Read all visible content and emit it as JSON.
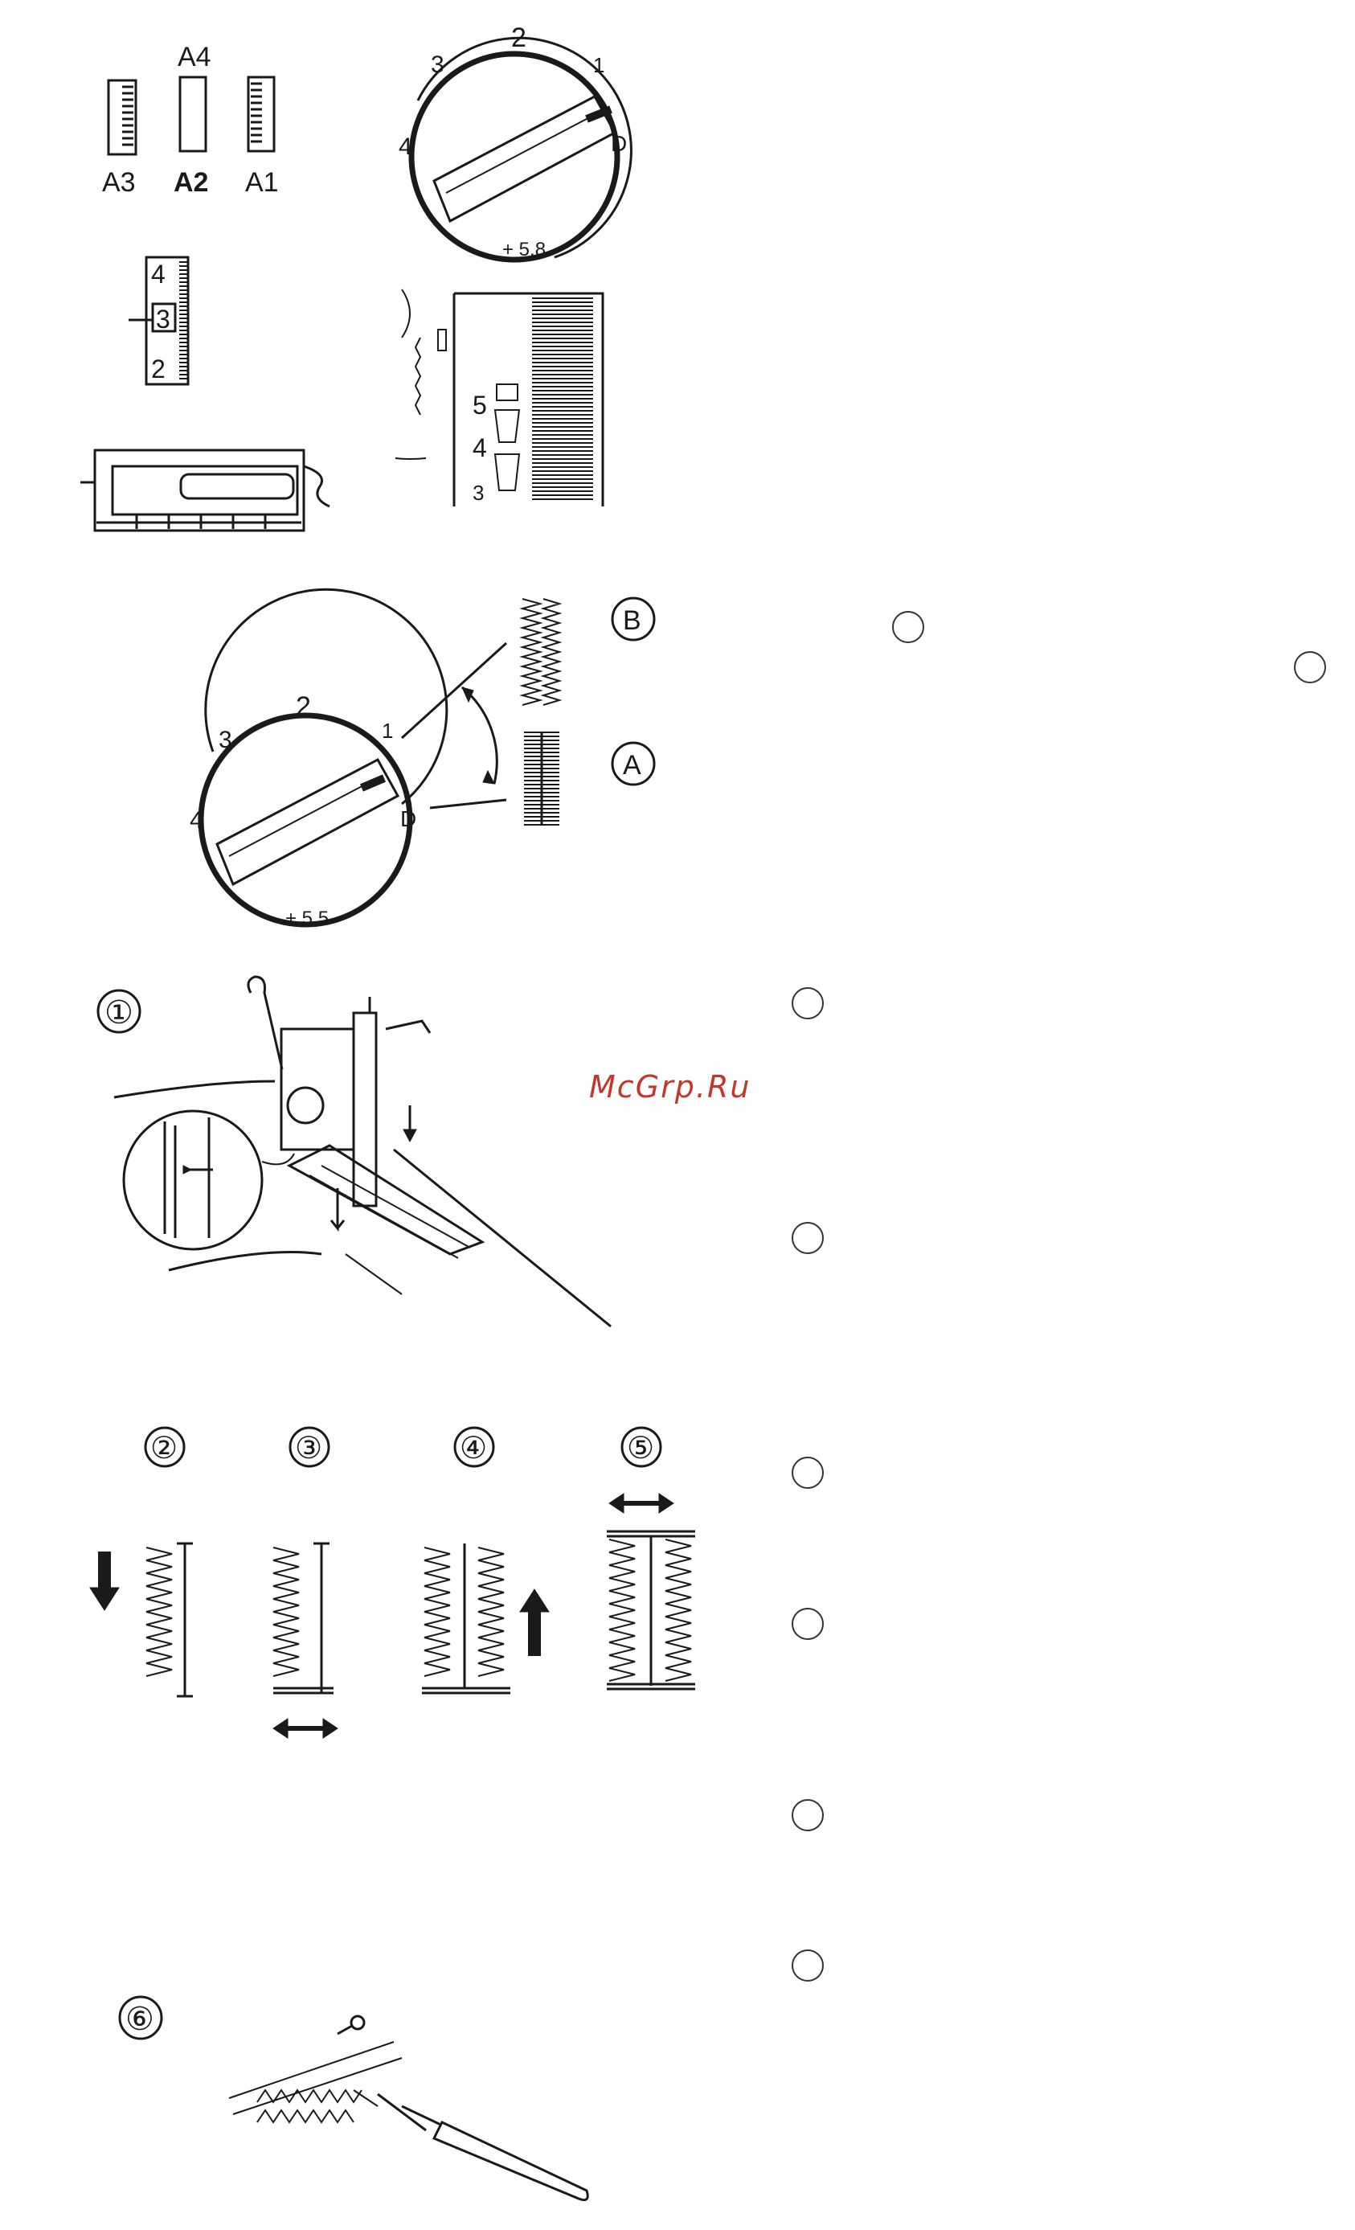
{
  "watermark": "McGrp.Ru",
  "stitch_selector": {
    "labels": [
      "A4",
      "A3",
      "A2",
      "A1"
    ]
  },
  "dial_top": {
    "numbers": [
      "1",
      "2",
      "3",
      "4"
    ],
    "d_label": "D",
    "bottom_label": "+ 5.8 -"
  },
  "position_strip": {
    "numbers": [
      "4",
      "3",
      "2"
    ]
  },
  "length_dial": {
    "numbers": [
      "5",
      "4",
      "3"
    ]
  },
  "dial_mid": {
    "numbers": [
      "1",
      "2",
      "3",
      "4"
    ],
    "d_label": "D",
    "bottom_label": "+ 5.5 -"
  },
  "density": {
    "b_label": "B",
    "a_label": "A"
  },
  "steps": {
    "s1": "①",
    "s2": "②",
    "s3": "③",
    "s4": "④",
    "s5": "⑤",
    "s6": "⑥"
  },
  "icons": {
    "arrow_down": "arrow-down-icon",
    "arrow_up": "arrow-up-icon",
    "arrow_lr": "double-arrow-icon"
  },
  "colors": {
    "line": "#1a1a1a",
    "watermark": "#c0392b"
  }
}
